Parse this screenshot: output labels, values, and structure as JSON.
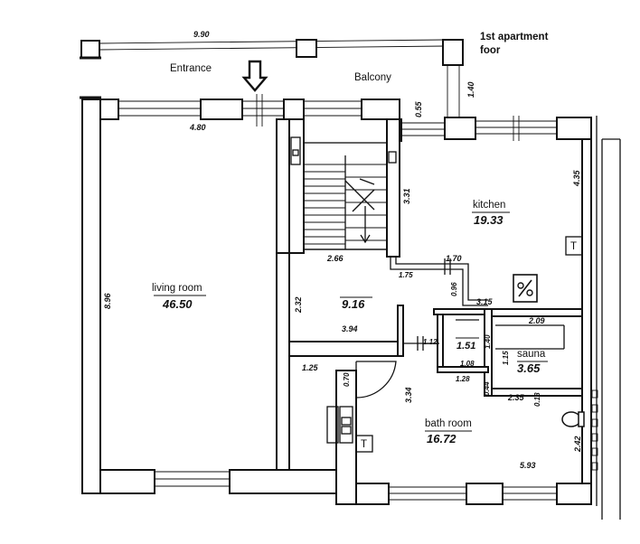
{
  "labels": {
    "entrance": "Entrance",
    "balcony": "Balcony",
    "apartment_floor_line1": "1st apartment",
    "apartment_floor_line2": "foor"
  },
  "rooms": {
    "living_room": {
      "name": "living room",
      "area": "46.50"
    },
    "kitchen": {
      "name": "kitchen",
      "area": "19.33"
    },
    "hall": {
      "area": "9.16"
    },
    "wc": {
      "area": "1.51"
    },
    "sauna": {
      "name": "sauna",
      "area": "3.65"
    },
    "bath_room": {
      "name": "bath room",
      "area": "16.72"
    }
  },
  "dimensions": {
    "balcony_width": "9.90",
    "balcony_depth": "1.40",
    "living_top": "4.80",
    "living_height": "8.96",
    "kitchen_height": "4.35",
    "stair_height": "3.31",
    "offset_055": "0.55",
    "stair_width": "2.66",
    "kitchen_step_170": "1.70",
    "kitchen_step_175": "1.75",
    "kitchen_step_096": "0.96",
    "hall_width": "3.94",
    "hall_height": "2.32",
    "wc_width": "1.12",
    "wc_height": "1.40",
    "wc_small": "1.08",
    "wc_bottom": "1.28",
    "wc_bottom_height": "0.44",
    "bath_offset": "1.25",
    "bath_door": "0.70",
    "bath_height": "3.34",
    "bath_width": "5.93",
    "bath_right": "2.42",
    "kitchen_bottom": "3.15",
    "sauna_top": "2.09",
    "sauna_height": "1.15",
    "sauna_bottom": "2.35",
    "sauna_small": "0.18"
  },
  "symbols": {
    "kitchen_outlet": "T",
    "bath_outlet": "T"
  },
  "icons": {
    "entrance_arrow": "down-arrow-icon",
    "fuse_box": "electrical-panel-icon",
    "toilet": "toilet-icon"
  }
}
